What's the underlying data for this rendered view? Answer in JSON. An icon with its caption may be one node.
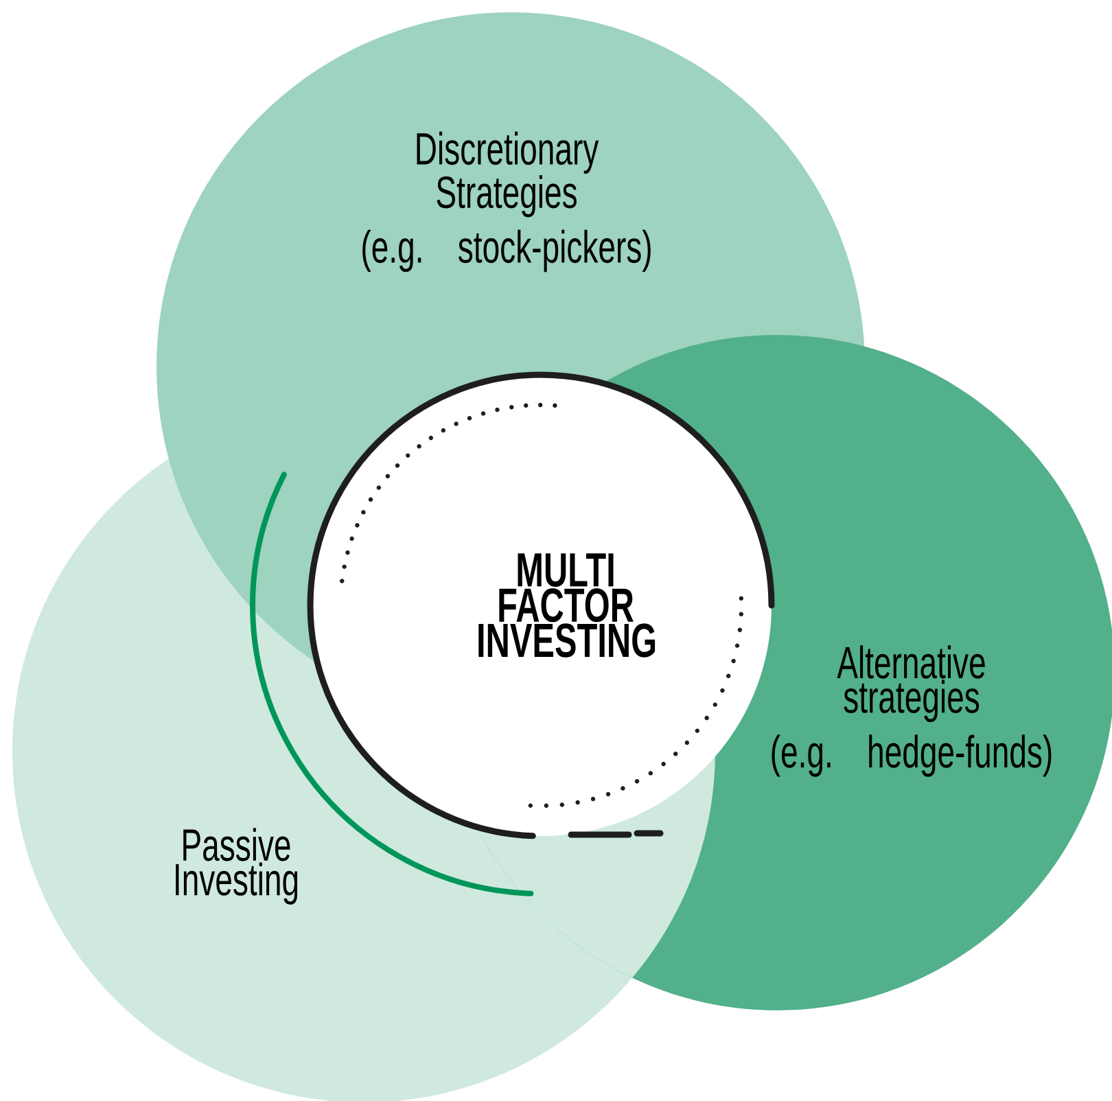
{
  "diagram": {
    "nodes": [
      {
        "text": [
          "Discretionary Strategies",
          "(e.g. stock-pickers)"
        ]
      },
      {
        "text": [
          "Alternative strategies",
          "(e.g. hedge-funds)"
        ]
      },
      {
        "text": [
          "Passive Investing"
        ]
      },
      {
        "text": [
          "MULTI FACTOR INVESTING"
        ]
      }
    ]
  }
}
